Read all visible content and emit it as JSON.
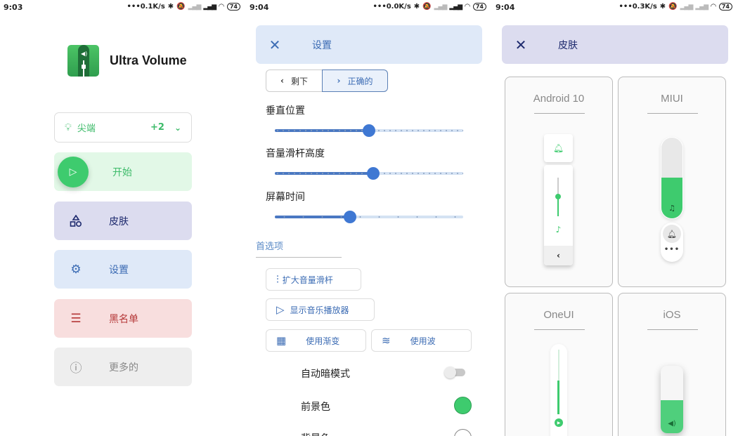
{
  "screens": {
    "home": {
      "status": {
        "time": "9:03",
        "speed": "•••0.1K/s",
        "battery": "74"
      },
      "app_title": "Ultra Volume",
      "chip_select": {
        "icon": "lightbulb-icon",
        "label": "尖端",
        "count": "+2",
        "chevron": "chevron-down-icon"
      },
      "menu": [
        {
          "label": "开始",
          "icon": "play-icon",
          "color": "#3dbb6a",
          "bg": "#e2f8e7"
        },
        {
          "label": "皮肤",
          "icon": "shapes-icon",
          "color": "#1e2a6e",
          "bg": "#dcdcef"
        },
        {
          "label": "设置",
          "icon": "gear-icon",
          "color": "#3c6cb4",
          "bg": "#dfe9f8"
        },
        {
          "label": "黑名单",
          "icon": "list-icon",
          "color": "#b53838",
          "bg": "#f8dede"
        },
        {
          "label": "更多的",
          "icon": "info-icon",
          "color": "#888888",
          "bg": "#eeeeee"
        }
      ]
    },
    "settings": {
      "status": {
        "time": "9:04",
        "speed": "•••0.0K/s",
        "battery": "74"
      },
      "title": "设置",
      "side_toggle": {
        "left": "剩下",
        "right": "正确的",
        "selected": "right"
      },
      "sliders": [
        {
          "label": "垂直位置",
          "value_pct": 50
        },
        {
          "label": "音量滑杆高度",
          "value_pct": 52
        },
        {
          "label": "屏幕时间",
          "value_pct": 40
        }
      ],
      "preferences_title": "首选项",
      "options": {
        "expand_slider": "扩大音量滑杆",
        "show_music_player": "显示音乐播放器",
        "use_gradient": "使用渐变",
        "use_wave": "使用波"
      },
      "rows": {
        "auto_dark_mode": "自动暗模式",
        "auto_dark_mode_on": false,
        "foreground_color": "前景色",
        "foreground_color_value": "#3ecb6e",
        "background_color": "背景色",
        "background_color_value": "#ffffff"
      }
    },
    "skins": {
      "status": {
        "time": "9:04",
        "speed": "•••0.3K/s",
        "battery": "74"
      },
      "title": "皮肤",
      "cards": [
        {
          "name": "Android 10"
        },
        {
          "name": "MIUI"
        },
        {
          "name": "OneUI"
        },
        {
          "name": "iOS"
        }
      ]
    }
  },
  "accent": "#3ecb6e"
}
